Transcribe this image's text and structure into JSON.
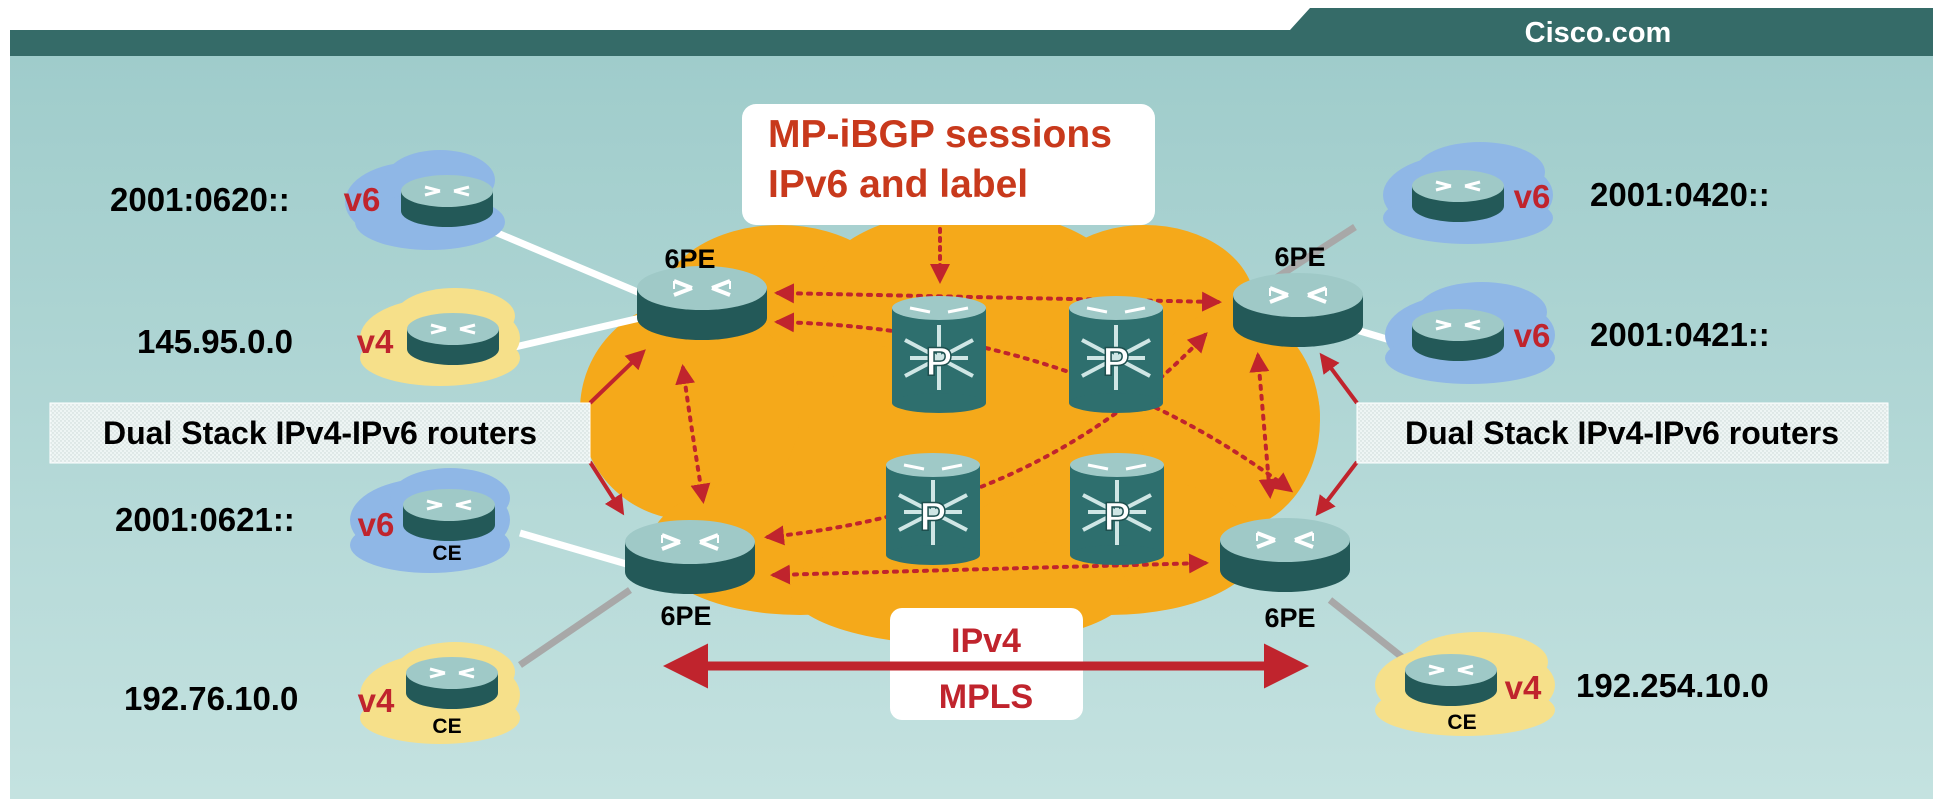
{
  "header": {
    "brand": "Cisco.com"
  },
  "callout": {
    "line1": "MP-iBGP sessions",
    "line2": "IPv6 and label"
  },
  "left_panel_label": "Dual Stack IPv4-IPv6 routers",
  "right_panel_label": "Dual Stack IPv4-IPv6 routers",
  "pe_routers": {
    "top_left": "6PE",
    "bottom_left": "6PE",
    "top_right": "6PE",
    "bottom_right": "6PE"
  },
  "p_routers": {
    "r1": "P",
    "r2": "P",
    "r3": "P",
    "r4": "P"
  },
  "transport": {
    "line1": "IPv4",
    "line2": "MPLS"
  },
  "sites": {
    "left_top": {
      "prefix": "2001:0620::",
      "tag": "v6",
      "ce": ""
    },
    "left_mid": {
      "prefix": "145.95.0.0",
      "tag": "v4",
      "ce": ""
    },
    "left_low": {
      "prefix": "2001:0621::",
      "tag": "v6",
      "ce": "CE"
    },
    "left_bottom": {
      "prefix": "192.76.10.0",
      "tag": "v4",
      "ce": "CE"
    },
    "right_top": {
      "prefix": "2001:0420::",
      "tag": "v6",
      "ce": ""
    },
    "right_mid": {
      "prefix": "2001:0421::",
      "tag": "v6",
      "ce": ""
    },
    "right_bottom": {
      "prefix": "192.254.10.0",
      "tag": "v4",
      "ce": "CE"
    }
  },
  "colors": {
    "header_bar": "#356B68",
    "background_top": "#9FCCCB",
    "background_bottom": "#C4E2E0",
    "mpls_cloud": "#F5A91A",
    "v6_cloud": "#8FB7E6",
    "v4_cloud": "#F6E08A",
    "router_body": "#2E6F6E",
    "accent_red": "#C0242D",
    "callout_text": "#C8391C"
  }
}
